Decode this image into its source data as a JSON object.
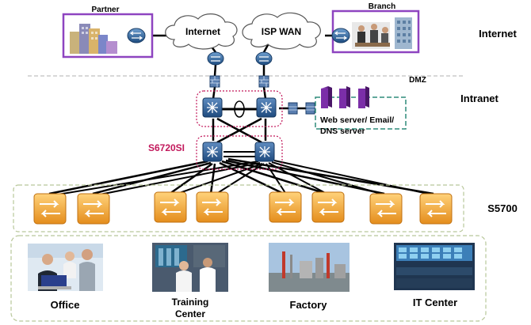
{
  "zones": {
    "internet": "Internet",
    "dmz": "DMZ",
    "intranet": "Intranet",
    "access": "S5700"
  },
  "sites": {
    "partner": "Partner",
    "branch": "Branch"
  },
  "clouds": {
    "internet": "Internet",
    "isp_wan": "ISP WAN"
  },
  "core": {
    "model": "S6720SI"
  },
  "servers": {
    "label_line1": "Web server/ Email/",
    "label_line2": "DNS server"
  },
  "areas": {
    "office": "Office",
    "training_line1": "Training",
    "training_line2": "Center",
    "factory": "Factory",
    "it_center": "IT Center"
  },
  "colors": {
    "purple_frame": "#8e44c0",
    "core_frame": "#c2185b",
    "dmz_frame": "#2e8b7a",
    "switch_orange": "#f2a93b",
    "device_blue": "#2c5a8c",
    "dashed_green": "#b8c79a"
  },
  "icons": {
    "router": "router-icon",
    "firewall": "firewall-icon",
    "core_switch": "core-switch-icon",
    "access_switch": "access-switch-icon",
    "server": "server-icon",
    "cloud": "cloud-icon"
  }
}
